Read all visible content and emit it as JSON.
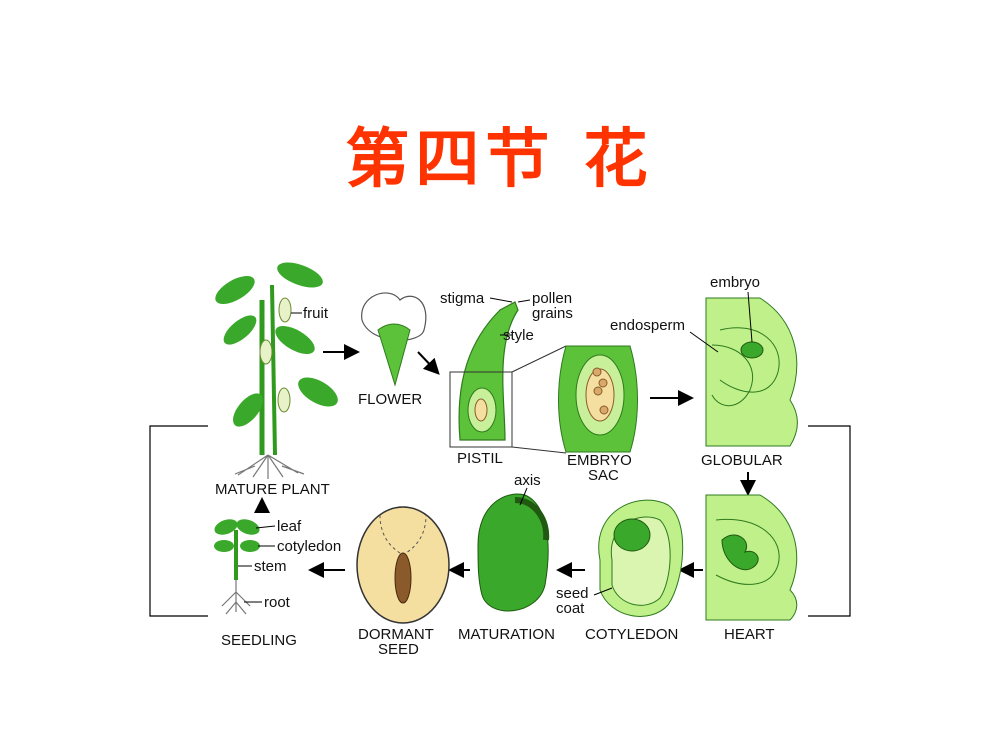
{
  "slide": {
    "title": "第四节  花"
  },
  "diagram": {
    "captions": {
      "mature_plant": "MATURE PLANT",
      "flower": "FLOWER",
      "pistil": "PISTIL",
      "embryo_sac_1": "EMBRYO",
      "embryo_sac_2": "SAC",
      "globular": "GLOBULAR",
      "heart": "HEART",
      "cotyledon": "COTYLEDON",
      "maturation": "MATURATION",
      "dormant_seed_1": "DORMANT",
      "dormant_seed_2": "SEED",
      "seedling": "SEEDLING"
    },
    "labels": {
      "fruit": "fruit",
      "stigma": "stigma",
      "pollen_1": "pollen",
      "pollen_2": "grains",
      "style": "style",
      "embryo": "embryo",
      "endosperm": "endosperm",
      "axis": "axis",
      "seed_coat_1": "seed",
      "seed_coat_2": "coat",
      "leaf": "leaf",
      "cotyledon": "cotyledon",
      "stem": "stem",
      "root": "root"
    },
    "colors": {
      "plant_green": "#2f9a1e",
      "light_green": "#bff08a",
      "pale_green": "#d9f5b0",
      "seed_tan": "#f5dfa0",
      "seed_brown": "#8b5a2b",
      "arrow": "#000000"
    }
  }
}
